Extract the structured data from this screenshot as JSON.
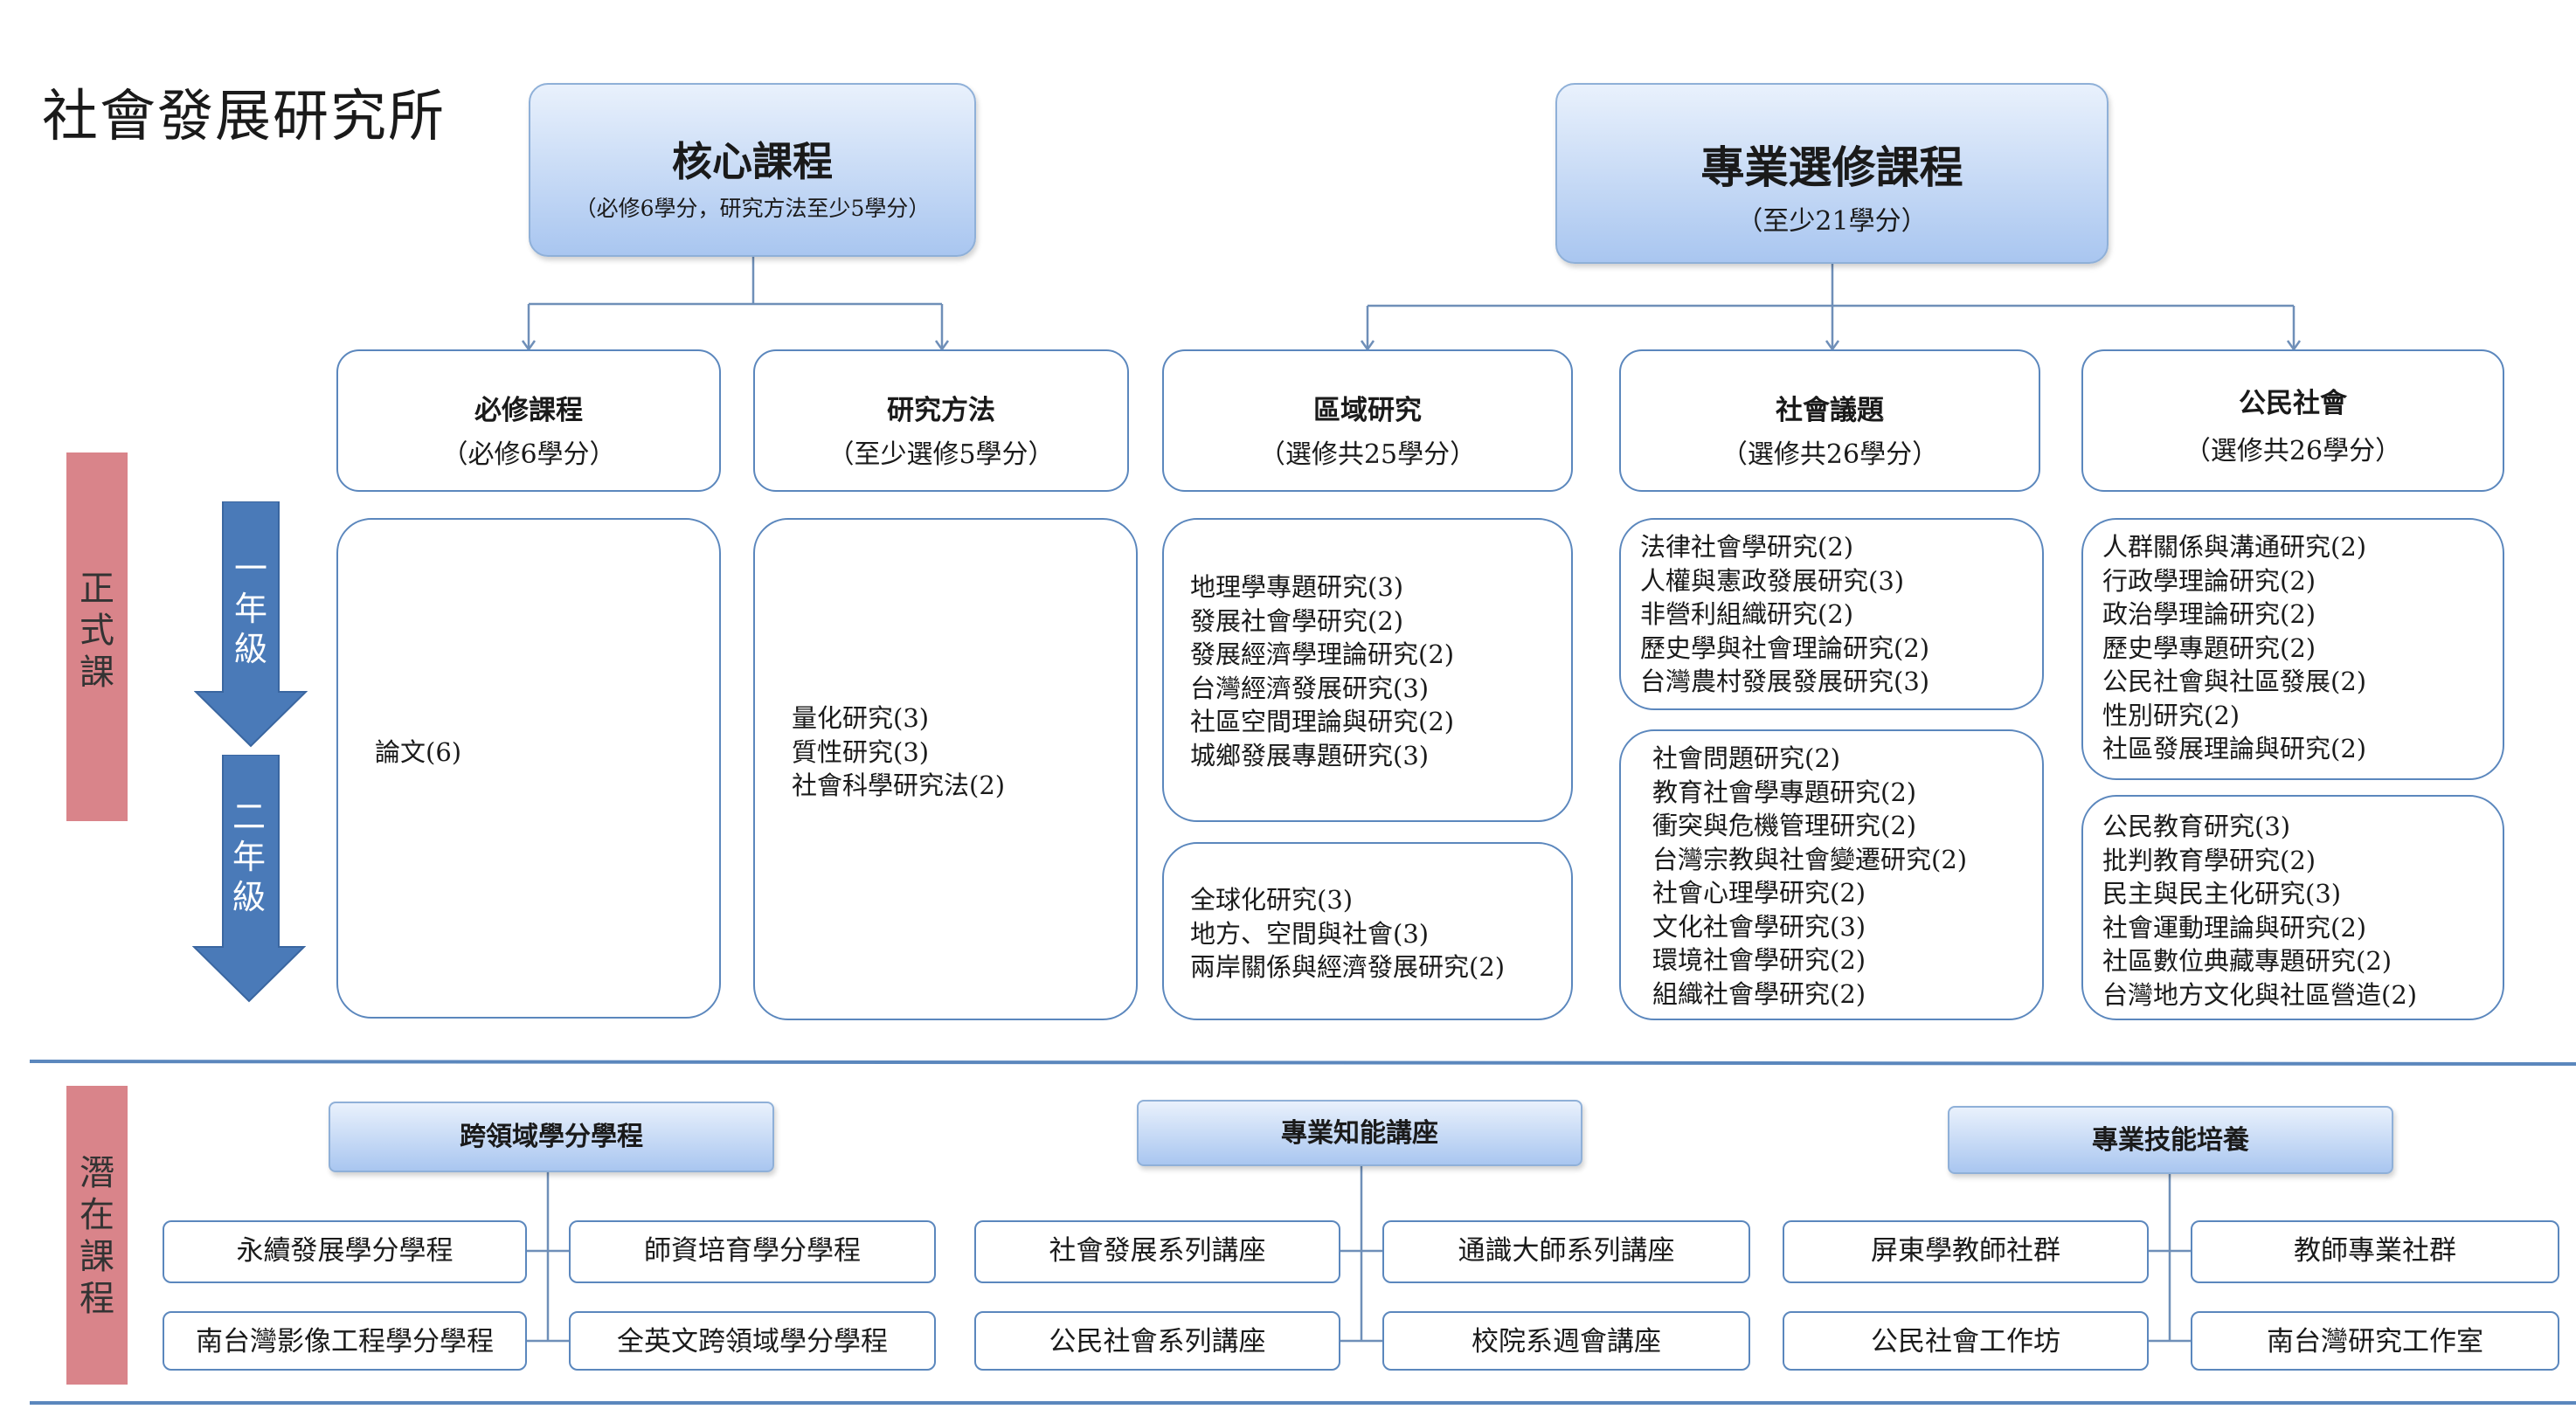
{
  "title": "社會發展研究所",
  "core": {
    "title": "核心課程",
    "subtitle": "（必修6學分，研究方法至少5學分）"
  },
  "elective": {
    "title": "專業選修課程",
    "subtitle": "（至少21學分）"
  },
  "side_labels": {
    "formal": "正式課",
    "latent": "潛在課程"
  },
  "arrows": {
    "year1": "一年級",
    "year2": "二年級"
  },
  "categories": [
    {
      "title": "必修課程",
      "subtitle": "（必修6學分）"
    },
    {
      "title": "研究方法",
      "subtitle": "（至少選修5學分）"
    },
    {
      "title": "區域研究",
      "subtitle": "（選修共25學分）"
    },
    {
      "title": "社會議題",
      "subtitle": "（選修共26學分）"
    },
    {
      "title": "公民社會",
      "subtitle": "（選修共26學分）"
    }
  ],
  "required_courses": [
    "論文(6)"
  ],
  "method_courses": [
    "量化研究(3)",
    "質性研究(3)",
    "社會科學研究法(2)"
  ],
  "regional_a": [
    "地理學專題研究(3)",
    "發展社會學研究(2)",
    "發展經濟學理論研究(2)",
    "台灣經濟發展研究(3)",
    "社區空間理論與研究(2)",
    "城鄉發展專題研究(3)"
  ],
  "regional_b": [
    "全球化研究(3)",
    "地方、空間與社會(3)",
    "兩岸關係與經濟發展研究(2)"
  ],
  "social_a": [
    "法律社會學研究(2)",
    "人權與憲政發展研究(3)",
    "非營利組織研究(2)",
    "歷史學與社會理論研究(2)",
    "台灣農村發展發展研究(3)"
  ],
  "social_b": [
    "社會問題研究(2)",
    "教育社會學專題研究(2)",
    "衝突與危機管理研究(2)",
    "台灣宗教與社會變遷研究(2)",
    "社會心理學研究(2)",
    "文化社會學研究(3)",
    "環境社會學研究(2)",
    "組織社會學研究(2)"
  ],
  "civil_a": [
    "人群關係與溝通研究(2)",
    "行政學理論研究(2)",
    "政治學理論研究(2)",
    "歷史學專題研究(2)",
    "公民社會與社區發展(2)",
    "性別研究(2)",
    "社區發展理論與研究(2)"
  ],
  "civil_b": [
    "公民教育研究(3)",
    "批判教育學研究(2)",
    "民主與民主化研究(3)",
    "社會運動理論與研究(2)",
    "社區數位典藏專題研究(2)",
    "台灣地方文化與社區營造(2)"
  ],
  "latent": [
    {
      "title": "跨領域學分學程",
      "items": [
        "永續發展學分學程",
        "師資培育學分學程",
        "南台灣影像工程學分學程",
        "全英文跨領域學分學程"
      ]
    },
    {
      "title": "專業知能講座",
      "items": [
        "社會發展系列講座",
        "通識大師系列講座",
        "公民社會系列講座",
        "校院系週會講座"
      ]
    },
    {
      "title": "專業技能培養",
      "items": [
        "屏東學教師社群",
        "教師專業社群",
        "公民社會工作坊",
        "南台灣研究工作室"
      ]
    }
  ],
  "colors": {
    "accent": "#5b87bd",
    "side_label": "#d9848a",
    "arrow": "#4a7ab8",
    "header_top": "#e9f1fc",
    "header_bottom": "#a9c6f0"
  }
}
